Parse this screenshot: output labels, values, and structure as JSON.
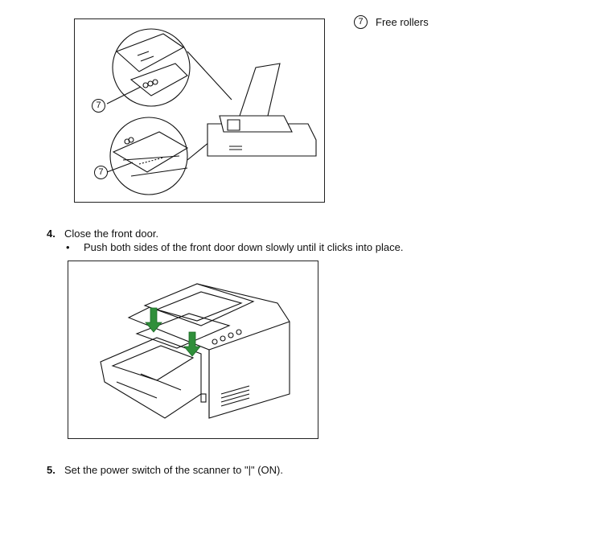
{
  "legend": {
    "callout_number": "7",
    "label": "Free rollers"
  },
  "figure1": {
    "callout_top": "7",
    "callout_bottom": "7"
  },
  "step4": {
    "number": "4.",
    "text": "Close the front door.",
    "bullet": "Push both sides of the front door down slowly until it clicks into place."
  },
  "step5": {
    "number": "5.",
    "text": "Set the power switch of the scanner to \"|\" (ON)."
  },
  "colors": {
    "arrow": "#2f8f3a",
    "line": "#111111"
  },
  "icons": [
    "bullet-dot",
    "down-arrow-icon"
  ]
}
